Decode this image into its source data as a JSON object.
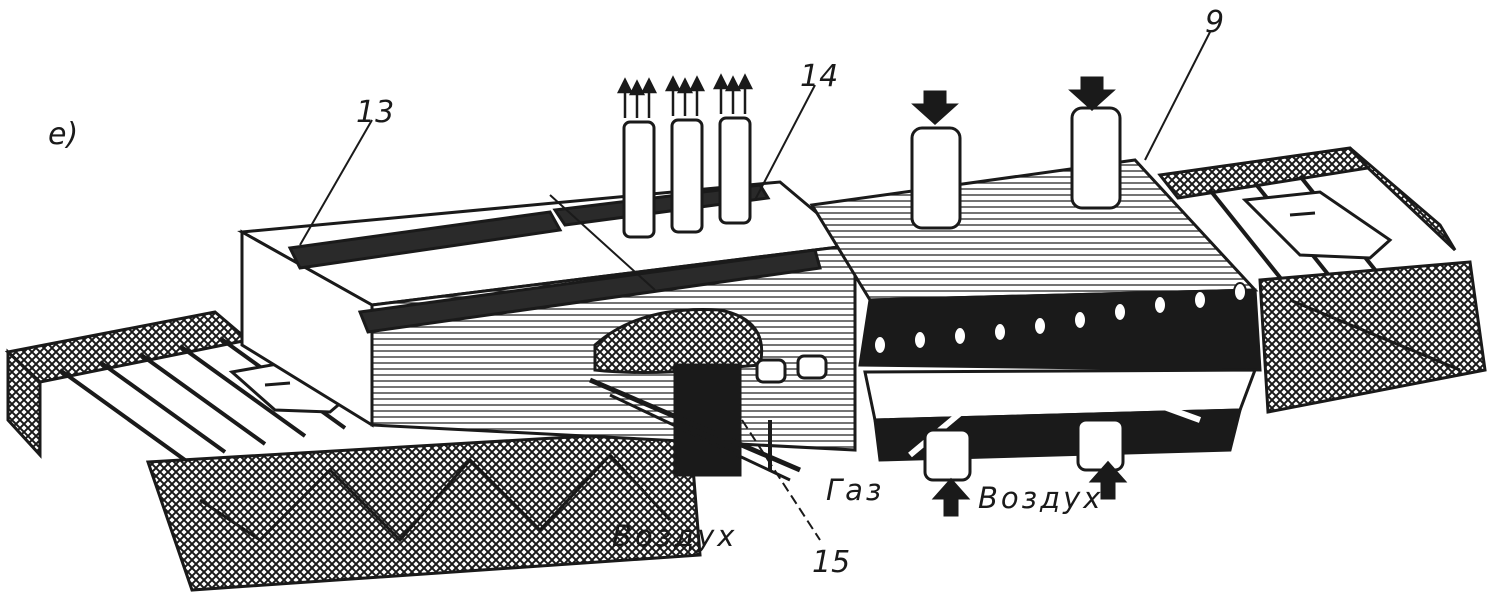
{
  "figure": {
    "panel_letter": "е)",
    "callouts": {
      "c13": "13",
      "c14": "14",
      "c9": "9",
      "c15": "15"
    },
    "flows": {
      "air_left": "Воздух",
      "gas": "Газ",
      "air_right": "Воздух"
    }
  },
  "colors": {
    "ink": "#1a1a1a",
    "paper": "#ffffff",
    "shade": "#2a2a2a"
  }
}
